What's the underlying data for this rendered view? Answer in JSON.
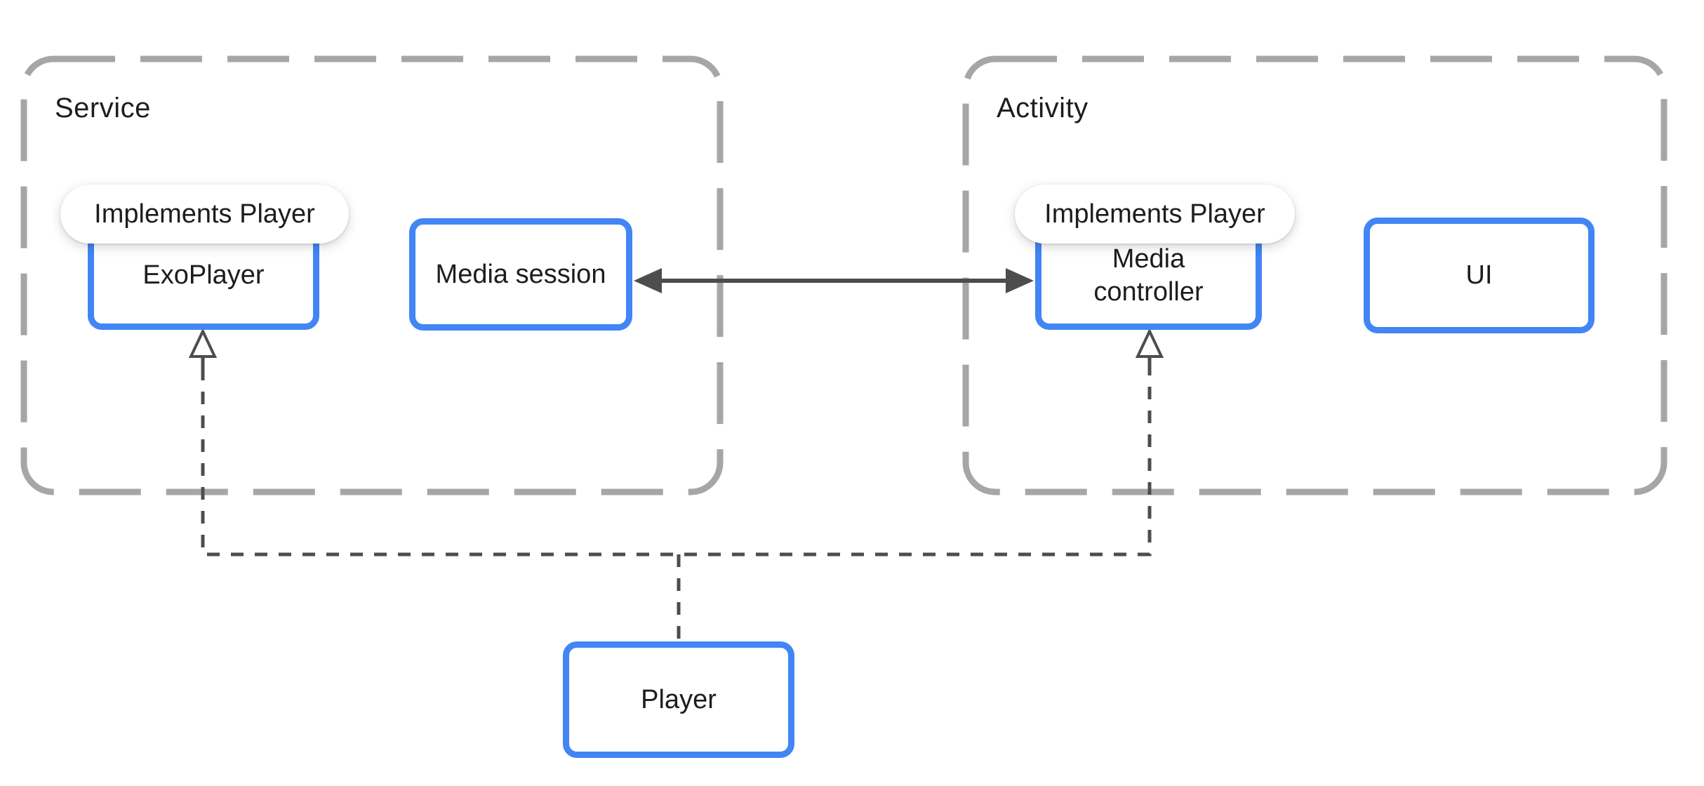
{
  "containers": {
    "service": {
      "label": "Service"
    },
    "activity": {
      "label": "Activity"
    }
  },
  "nodes": {
    "exoplayer": {
      "label": "ExoPlayer"
    },
    "media_session": {
      "label": "Media session"
    },
    "media_controller": {
      "label": "Media controller"
    },
    "ui": {
      "label": "UI"
    },
    "player": {
      "label": "Player"
    }
  },
  "badges": {
    "exoplayer": {
      "label": "Implements Player"
    },
    "media_controller": {
      "label": "Implements Player"
    }
  },
  "relationships": {
    "session_controller_arrow": "Media session <-> Media controller (solid, double-headed)",
    "exoplayer_implements": "ExoPlayer implements Player (dashed, hollow arrowhead)",
    "media_controller_implements": "Media controller implements Player (dashed, hollow arrowhead)"
  },
  "colors": {
    "node_border": "#4285f4",
    "container_border": "#a6a6a6",
    "connector": "#4d4d4d",
    "text": "#1d1d1d",
    "badge_bg": "#ffffff",
    "background": "#ffffff"
  }
}
